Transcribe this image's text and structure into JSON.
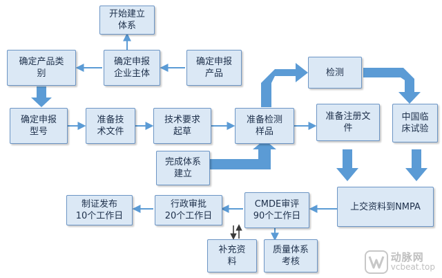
{
  "nodes": {
    "start_system": "开始建立\n体系",
    "confirm_category": "确定产品类\n别",
    "confirm_entity": "确定申报\n企业主体",
    "confirm_product": "确定申报\n产品",
    "confirm_model": "确定申报\n型号",
    "prep_tech_docs": "准备技\n术文件",
    "draft_tech_req": "技术要求\n起草",
    "prep_samples": "准备检测\n样品",
    "testing": "检测",
    "prep_reg_docs": "准备注册文\n件",
    "china_trial": "中国临\n床试验",
    "complete_system": "完成体系\n建立",
    "submit_nmpa": "上交资料到NMPA",
    "cmde_review": "CMDE审评\n90个工作日",
    "admin_approval": "行政审批\n20个工作日",
    "issue_cert": "制证发布\n10个工作日",
    "supplement": "补充资\n料",
    "quality_check": "质量体系\n考核"
  },
  "colors": {
    "box_fill": "#dbe8f5",
    "box_border": "#6b94c4",
    "thick_arrow": "#5b9bd5",
    "thin_arrow": "#5b9bd5",
    "text": "#1d2f4a"
  },
  "watermark": {
    "cn": "动脉网",
    "en": "vcbeat.top"
  }
}
